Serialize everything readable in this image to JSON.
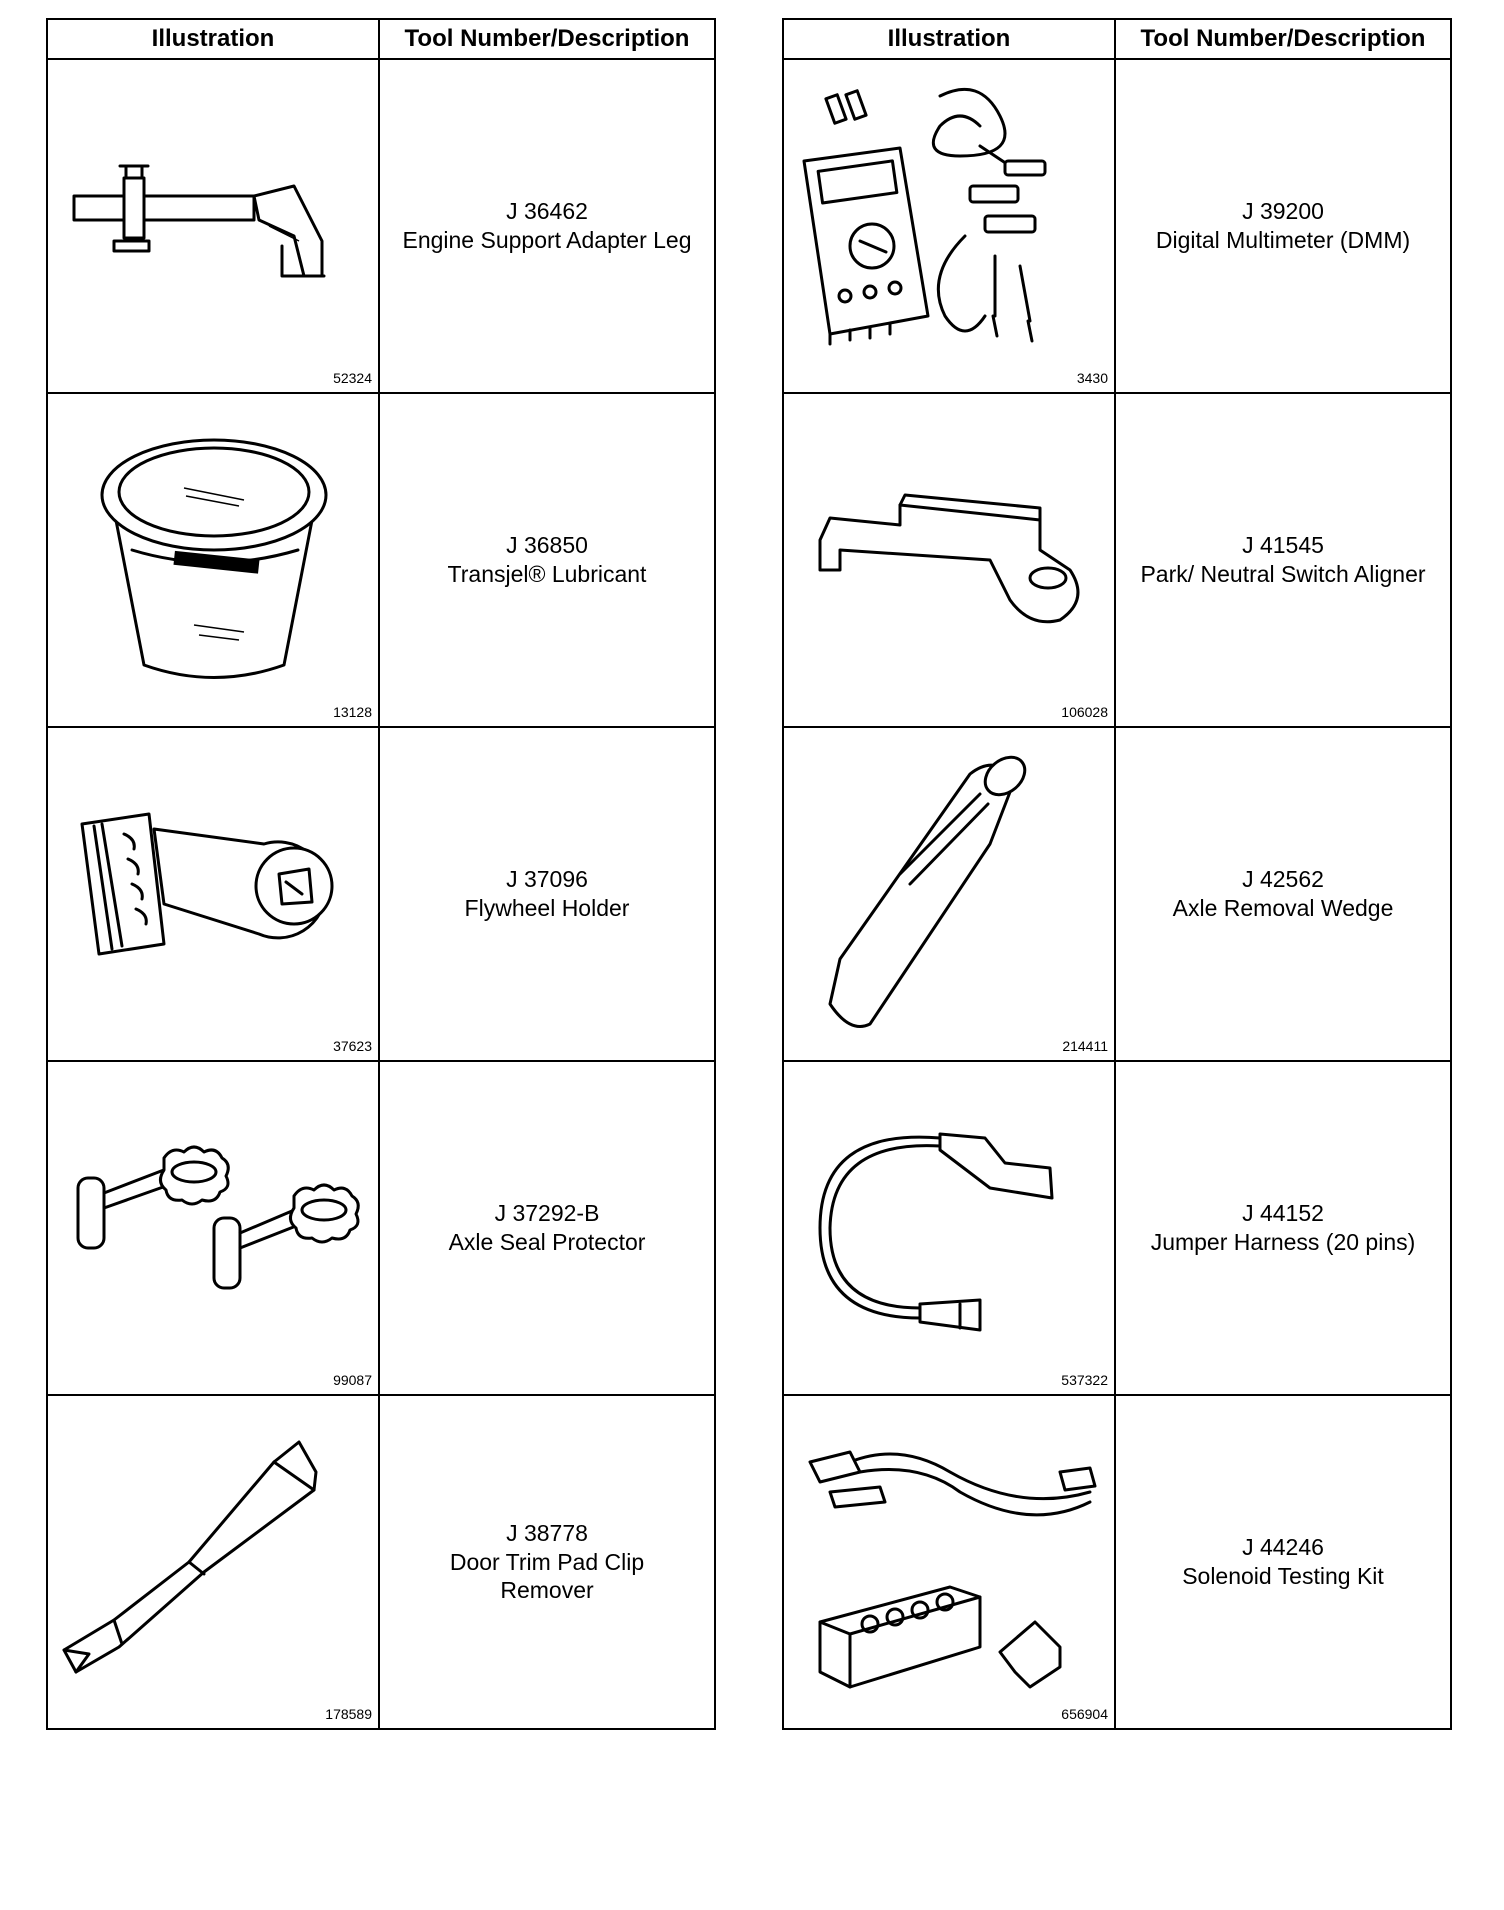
{
  "headers": {
    "illustration": "Illustration",
    "description": "Tool Number/Description"
  },
  "left_rows": [
    {
      "fig": "52324",
      "number": "J 36462",
      "name": "Engine Support Adapter Leg",
      "icon": "adapter-leg-icon"
    },
    {
      "fig": "13128",
      "number": "J 36850",
      "name_html": "Transjel® Lubricant",
      "name": "Transjel® Lubricant",
      "icon": "lubricant-tub-icon"
    },
    {
      "fig": "37623",
      "number": "J 37096",
      "name": "Flywheel Holder",
      "icon": "flywheel-holder-icon"
    },
    {
      "fig": "99087",
      "number": "J 37292-B",
      "name": "Axle Seal Protector",
      "icon": "axle-seal-protector-icon"
    },
    {
      "fig": "178589",
      "number": "J 38778",
      "name": "Door Trim Pad Clip\nRemover",
      "icon": "clip-remover-icon"
    }
  ],
  "right_rows": [
    {
      "fig": "3430",
      "number": "J 39200",
      "name": "Digital Multimeter (DMM)",
      "icon": "multimeter-icon"
    },
    {
      "fig": "106028",
      "number": "J 41545",
      "name": "Park/ Neutral Switch Aligner",
      "icon": "switch-aligner-icon"
    },
    {
      "fig": "214411",
      "number": "J 42562",
      "name": "Axle Removal Wedge",
      "icon": "removal-wedge-icon"
    },
    {
      "fig": "537322",
      "number": "J 44152",
      "name": "Jumper Harness (20 pins)",
      "icon": "jumper-harness-icon"
    },
    {
      "fig": "656904",
      "number": "J 44246",
      "name": "Solenoid Testing Kit",
      "icon": "solenoid-kit-icon"
    }
  ]
}
